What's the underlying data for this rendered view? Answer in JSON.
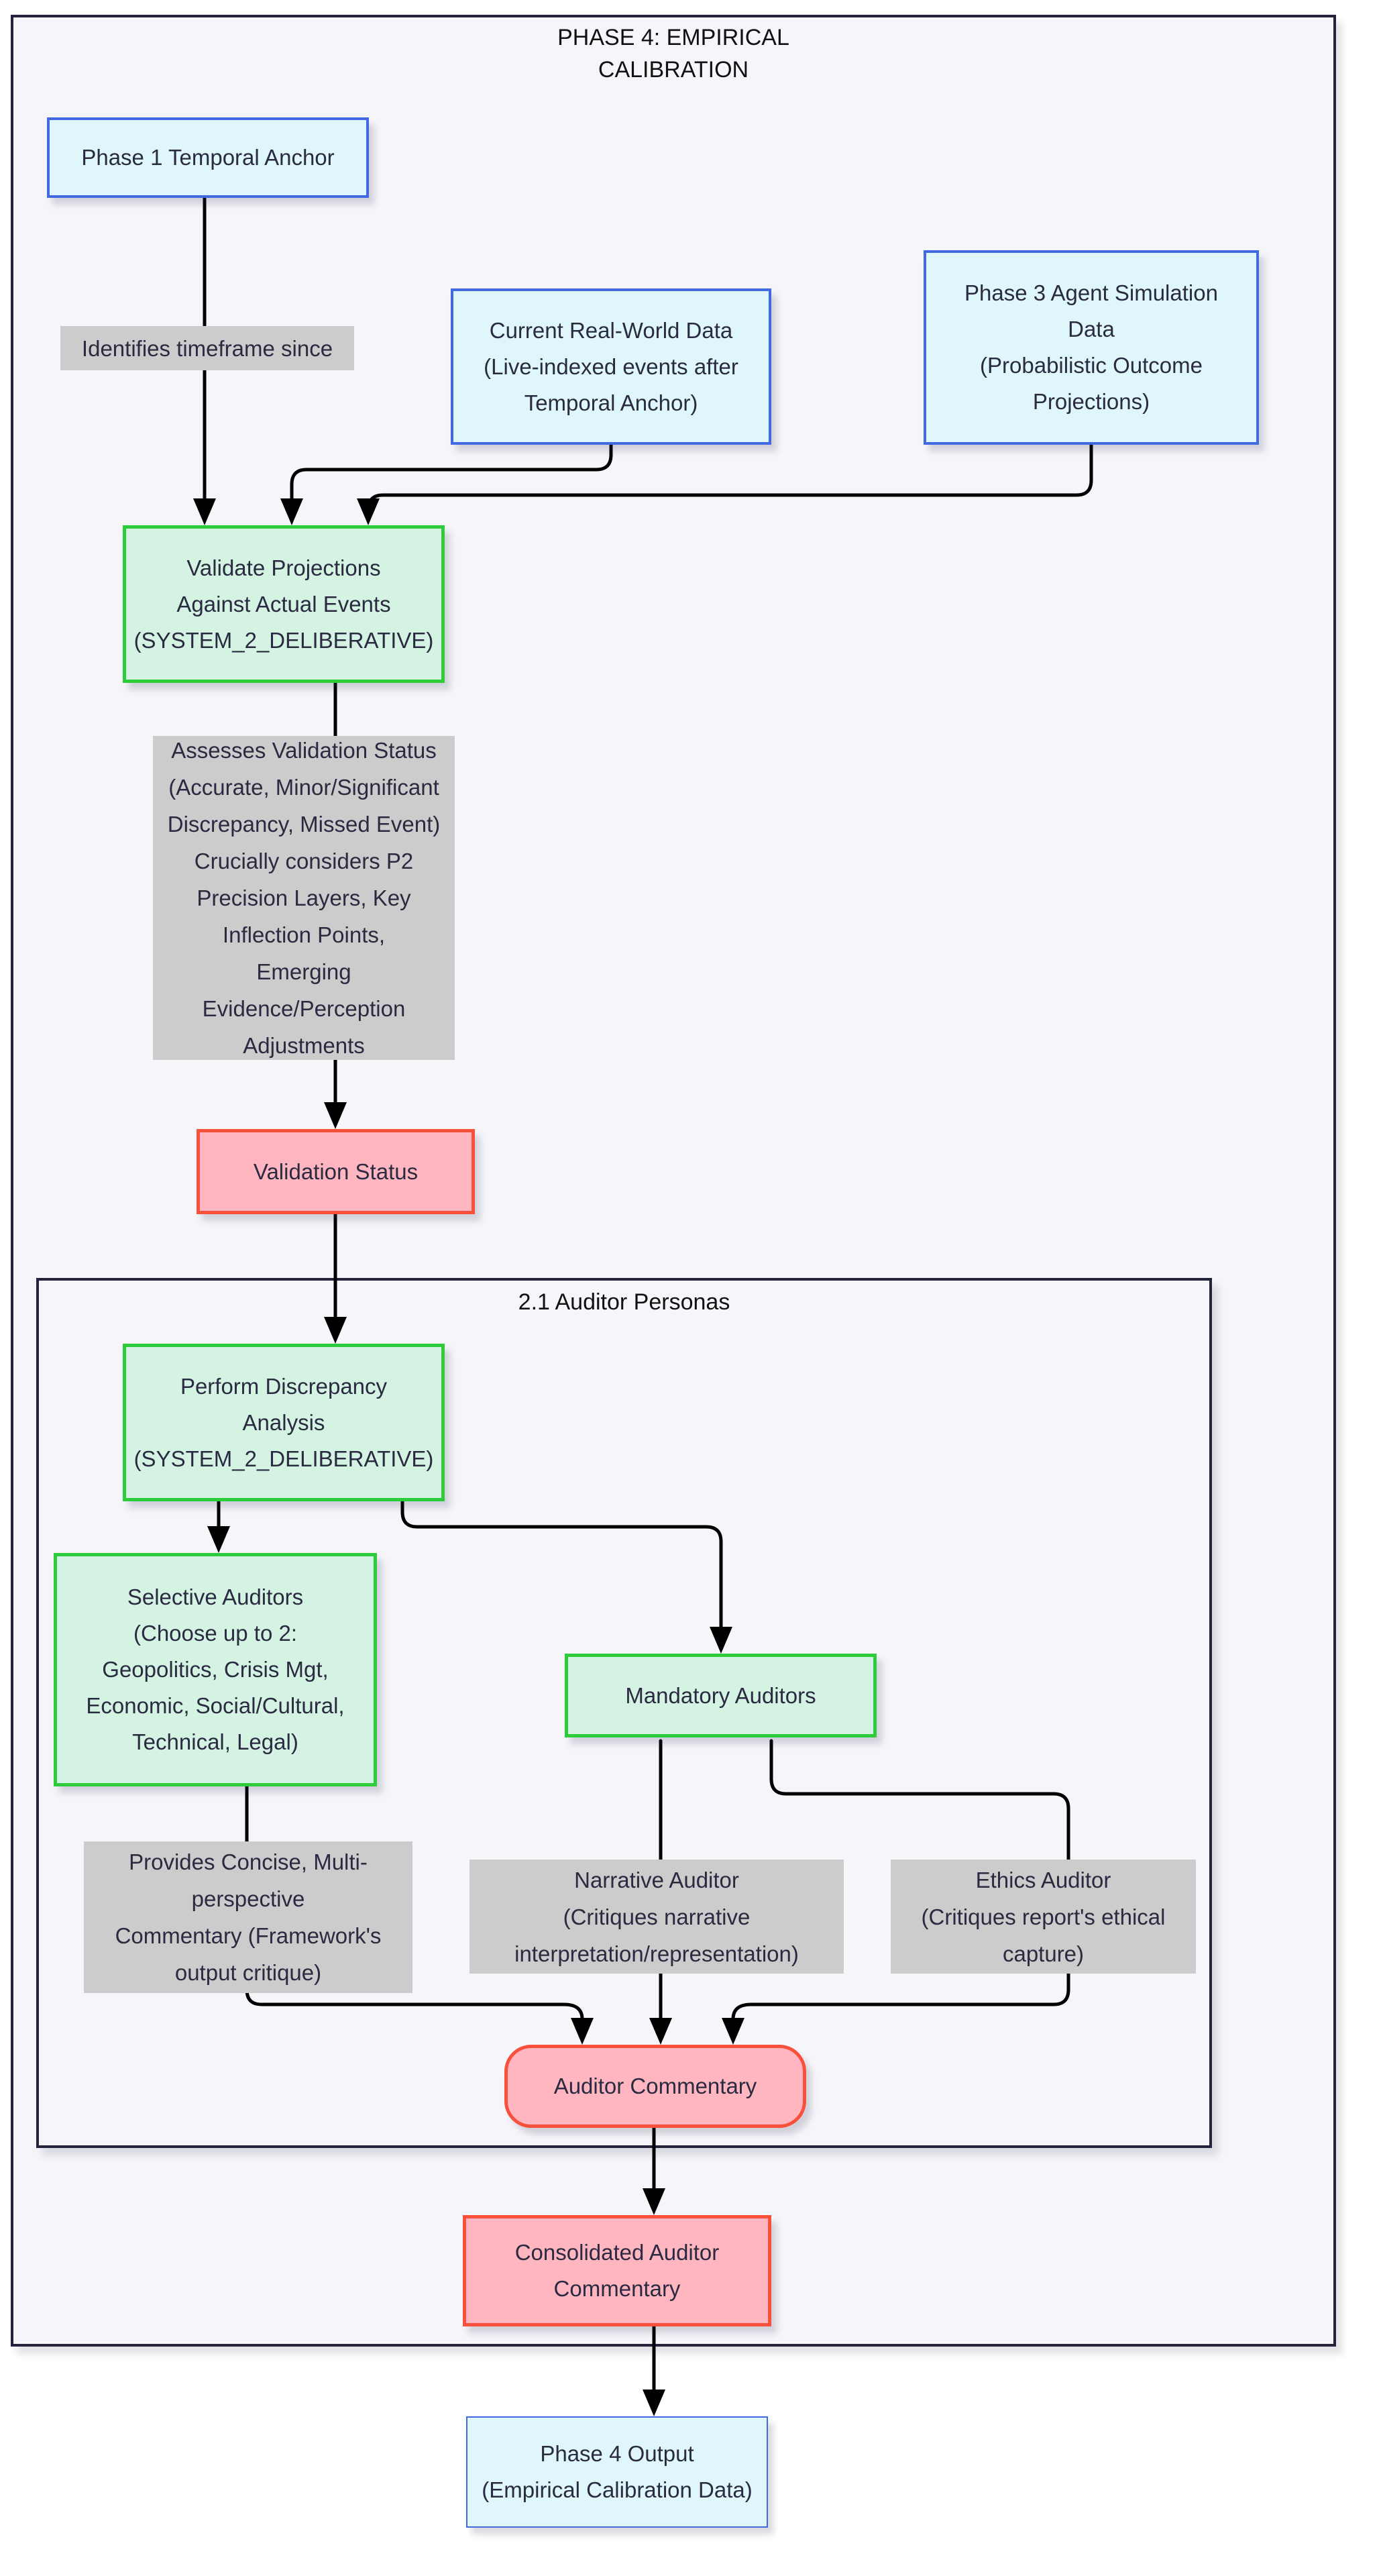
{
  "diagram": {
    "outer_title": "PHASE 4: EMPIRICAL\nCALIBRATION",
    "subgraph_title": "2.1 Auditor Personas",
    "nodes": {
      "phase1": {
        "label": "Phase 1 Temporal Anchor"
      },
      "current_data": {
        "label": "Current Real-World Data\n(Live-indexed events after\nTemporal Anchor)"
      },
      "phase3": {
        "label": "Phase 3 Agent Simulation\nData\n(Probabilistic Outcome\nProjections)"
      },
      "validate": {
        "label": "Validate Projections\nAgainst Actual Events\n(SYSTEM_2_DELIBERATIVE)"
      },
      "validation_status": {
        "label": "Validation Status"
      },
      "perform_discrepancy": {
        "label": "Perform Discrepancy\nAnalysis\n(SYSTEM_2_DELIBERATIVE)"
      },
      "selective_auditors": {
        "label": "Selective Auditors\n(Choose up to 2:\nGeopolitics, Crisis Mgt,\nEconomic, Social/Cultural,\nTechnical, Legal)"
      },
      "mandatory_auditors": {
        "label": "Mandatory Auditors"
      },
      "auditor_commentary": {
        "label": "Auditor Commentary"
      },
      "consolidated_commentary": {
        "label": "Consolidated Auditor\nCommentary"
      },
      "phase4_output": {
        "label": "Phase 4 Output\n(Empirical Calibration Data)"
      }
    },
    "edge_labels": {
      "identifies": "Identifies timeframe since",
      "assesses": "Assesses Validation Status\n(Accurate, Minor/Significant\nDiscrepancy, Missed Event)\nCrucially considers P2\nPrecision Layers, Key\nInflection Points,\nEmerging\nEvidence/Perception\nAdjustments",
      "provides": "Provides Concise, Multi-\nperspective\nCommentary (Framework's\noutput critique)",
      "narrative": "Narrative Auditor\n(Critiques narrative\ninterpretation/representation)",
      "ethics": "Ethics Auditor\n(Critiques report's ethical\ncapture)"
    },
    "colors": {
      "canvas_bg": "#ffffff",
      "container_fill": "#f5f5fa",
      "container_border": "#23233c",
      "cyan_fill": "#dff7fb",
      "cyan_border": "#4169e1",
      "green_fill": "#d4f3e3",
      "green_border": "#2ecc3a",
      "pink_fill": "#ffb6c1",
      "pink_border": "#f8503a",
      "label_bg": "#cccccc",
      "text_dark": "#2a2a40",
      "title_color": "#111111",
      "edge_color": "#000000"
    }
  }
}
